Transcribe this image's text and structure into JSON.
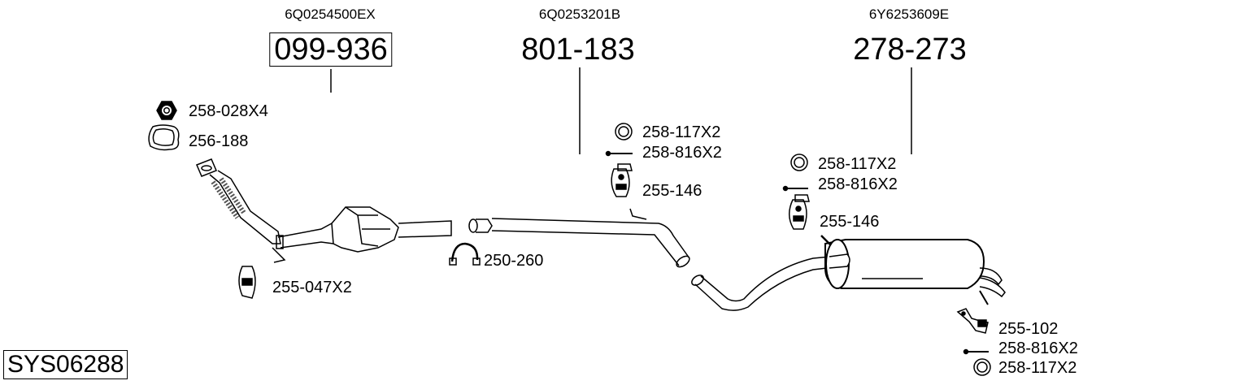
{
  "groups": [
    {
      "oem": "6Q0254500EX",
      "part": "099-936"
    },
    {
      "oem": "6Q0253201B",
      "part": "801-183"
    },
    {
      "oem": "6Y6253609E",
      "part": "278-273"
    }
  ],
  "parts": {
    "nut": "258-028X4",
    "gasket_front": "256-188",
    "hanger_front": "255-047X2",
    "clamp": "250-260",
    "ring_mid": "258-117X2",
    "bolt_mid": "258-816X2",
    "hanger_mid": "255-146",
    "ring_rear_top": "258-117X2",
    "bolt_rear_top": "258-816X2",
    "hanger_rear_top": "255-146",
    "bracket_rear": "255-102",
    "bolt_rear_bottom": "258-816X2",
    "ring_rear_bottom": "258-117X2"
  },
  "system_code": "SYS06288"
}
